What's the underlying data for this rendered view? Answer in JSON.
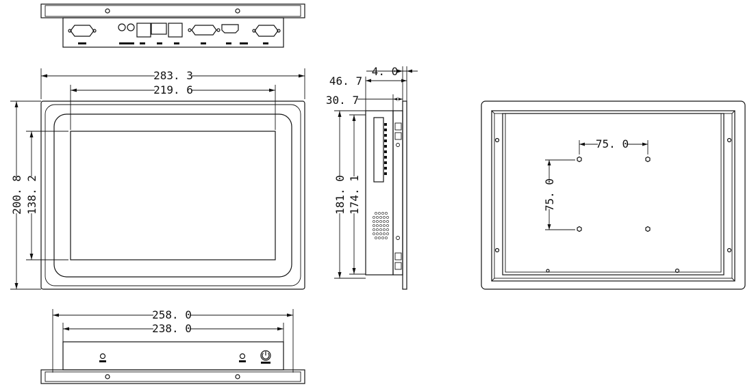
{
  "drawing": {
    "front_view": {
      "width_overall": "283. 3",
      "width_display": "219. 6",
      "height_overall": "200. 8",
      "height_display": "138. 2"
    },
    "side_view": {
      "depth_total": "46. 7",
      "bezel_thickness": "4. 0",
      "body_depth": "30. 7",
      "height_overall": "181. 0",
      "height_inner": "174. 1"
    },
    "bottom_view": {
      "width_outer": "258. 0",
      "width_inner": "238. 0"
    },
    "back_view": {
      "vesa_horizontal": "75. 0",
      "vesa_vertical": "75. 0"
    },
    "icons": [
      "power-icon",
      "screw-hole-icon",
      "db9-port-icon",
      "rj45-port-icon",
      "hdmi-port-icon",
      "vga-port-icon"
    ]
  }
}
